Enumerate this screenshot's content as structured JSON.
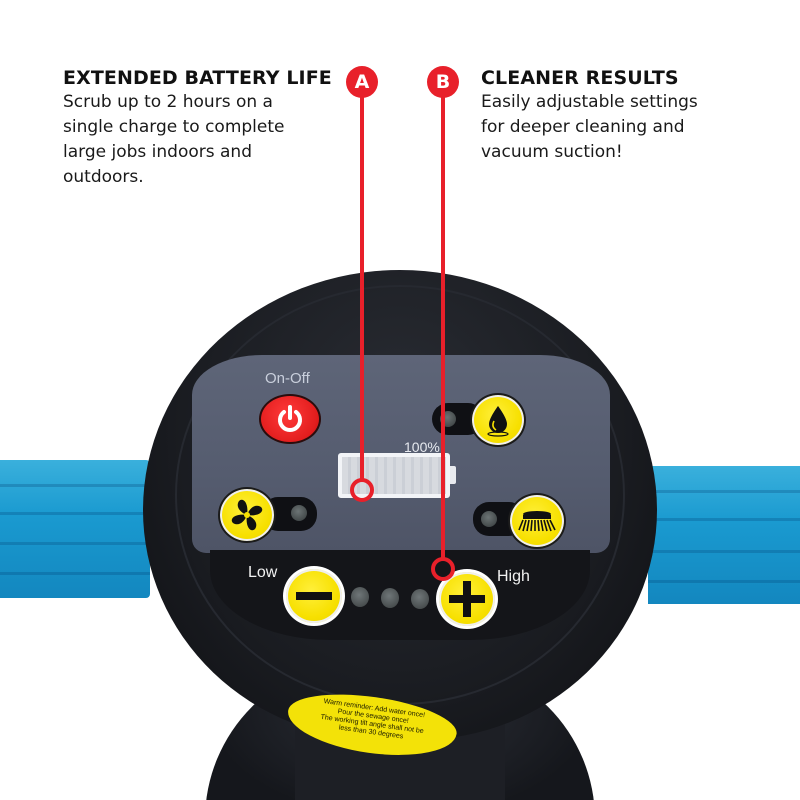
{
  "features": {
    "a": {
      "marker": "A",
      "title": "EXTENDED BATTERY LIFE",
      "description": "Scrub up to 2 hours on a\nsingle charge to complete\nlarge jobs indoors and\noutdoors."
    },
    "b": {
      "marker": "B",
      "title": "CLEANER RESULTS",
      "description": " Easily adjustable settings\nfor deeper cleaning and\nvacuum suction!"
    }
  },
  "control_panel": {
    "power_label": "On-Off",
    "battery_percent": "100%",
    "low_label": "Low",
    "high_label": "High",
    "buttons": {
      "power": "power-icon",
      "water": "water-drop-icon",
      "fan": "fan-icon",
      "brush": "brush-icon",
      "minus": "minus-icon",
      "plus": "plus-icon"
    }
  },
  "sticker": {
    "lines": [
      "Warm reminder:  Add water once!",
      "Pour the sewage once!",
      "The working tilt angle shall not be",
      "less than 30 degrees"
    ]
  },
  "colors": {
    "accent_red": "#e8202a",
    "handle_blue": "#1a9ad0",
    "button_yellow": "#f7e000",
    "panel_gray": "#555c6f",
    "body_black": "#1a1c21"
  }
}
